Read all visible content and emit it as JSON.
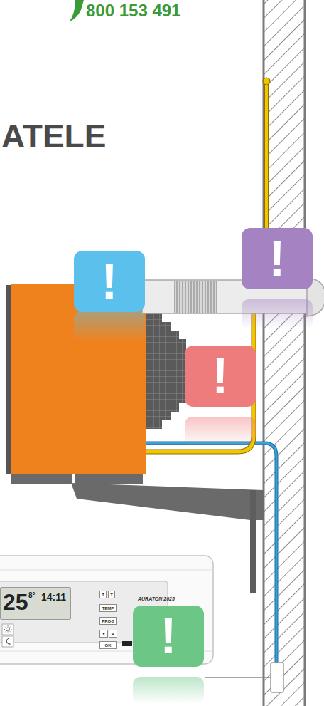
{
  "diagram": {
    "nodes": [
      {
        "text": [
          "!"
        ]
      },
      {
        "text": [
          "!"
        ]
      },
      {
        "text": [
          "!"
        ]
      },
      {
        "text": [
          "AURATON 2025"
        ]
      },
      {
        "text": [
          "25",
          "8°",
          "14:11"
        ],
        "in": 3
      },
      {
        "text": [
          "T"
        ],
        "in": 3
      },
      {
        "text": [
          "T"
        ],
        "in": 3
      },
      {
        "text": [
          "TEMP"
        ],
        "in": 3
      },
      {
        "text": [
          "PROG"
        ],
        "in": 3
      },
      {
        "text": [
          "▼"
        ],
        "in": 3
      },
      {
        "text": [
          "▲"
        ],
        "in": 3
      },
      {
        "text": [
          "OK"
        ],
        "in": 3
      },
      {
        "text": [
          "!"
        ]
      }
    ],
    "labels": [
      "800 153 491",
      "ATELE"
    ]
  }
}
